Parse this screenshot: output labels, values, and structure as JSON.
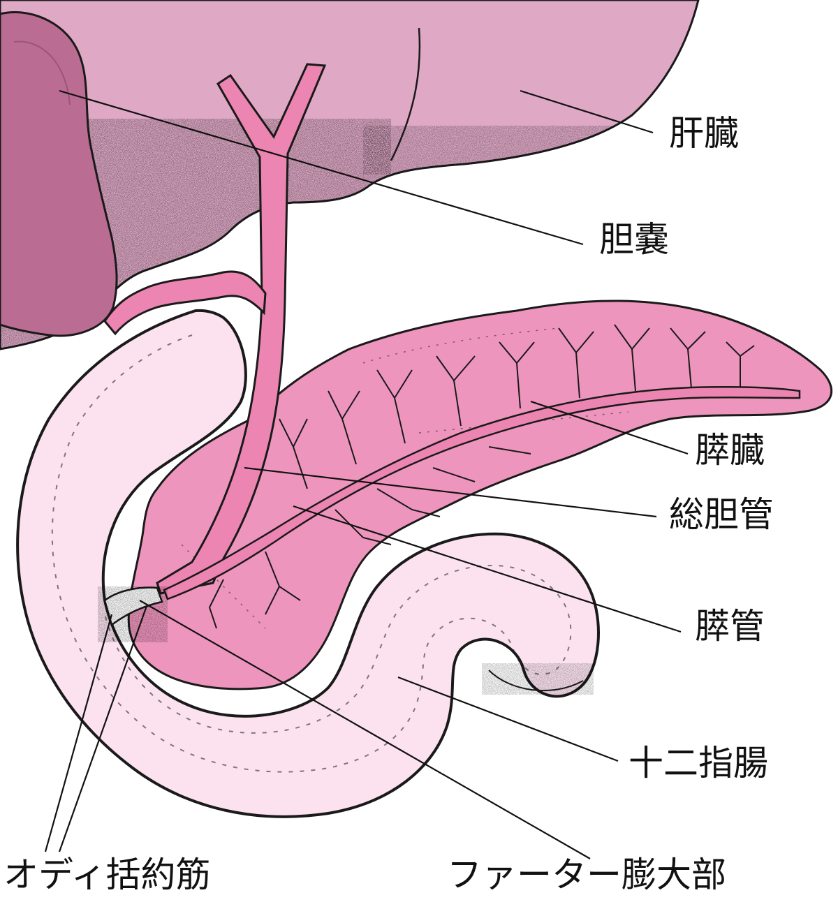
{
  "labels": {
    "liver": "肝臓",
    "gallbladder": "胆嚢",
    "pancreas": "膵臓",
    "common_bile_duct": "総胆管",
    "pancreatic_duct": "膵管",
    "duodenum": "十二指腸",
    "sphincter_of_oddi": "オディ括約筋",
    "ampulla_of_vater": "ファーター膨大部"
  },
  "colors": {
    "liver": "#dfa9c6",
    "gallbladder": "#bb6c93",
    "duct": "#ec85b1",
    "pancreas": "#ee95bd",
    "duodenum": "#fbe2ee",
    "outline": "#1a1a1a"
  }
}
